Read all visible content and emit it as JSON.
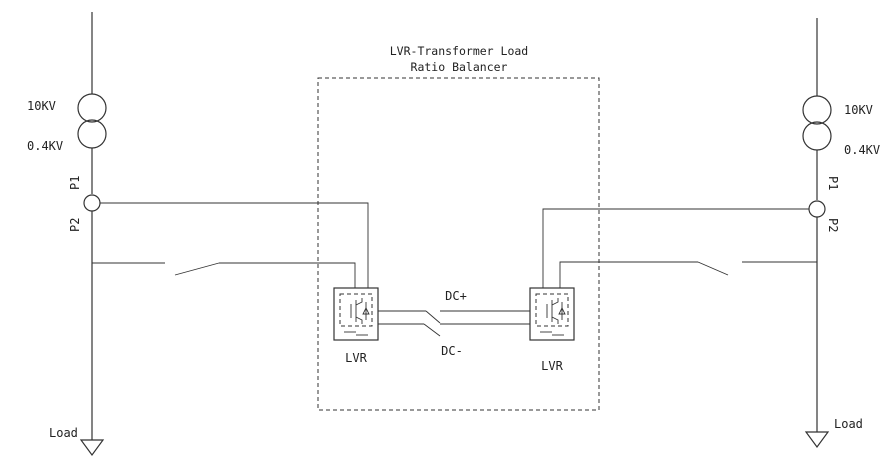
{
  "diagram": {
    "box_title_line1": "LVR-Transformer Load",
    "box_title_line2": "Ratio Balancer",
    "left": {
      "hv_label": "10KV",
      "lv_label": "0.4KV",
      "p1_label": "P1",
      "p2_label": "P2",
      "load_label": "Load",
      "lvr_label": "LVR"
    },
    "right": {
      "hv_label": "10KV",
      "lv_label": "0.4KV",
      "p1_label": "P1",
      "p2_label": "P2",
      "load_label": "Load",
      "lvr_label": "LVR"
    },
    "dc_plus_label": "DC+",
    "dc_minus_label": "DC-"
  }
}
